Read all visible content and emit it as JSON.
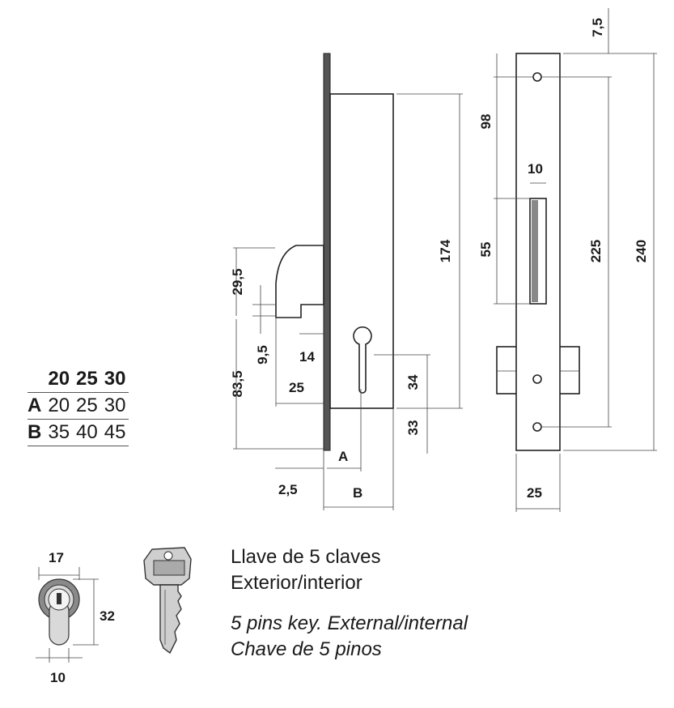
{
  "dimensions": {
    "d_29_5": "29,5",
    "d_83_5": "83,5",
    "d_9_5": "9,5",
    "d_14": "14",
    "d_25_backset": "25",
    "d_2_5": "2,5",
    "label_a": "A",
    "label_b": "B",
    "d_174": "174",
    "d_34": "34",
    "d_33": "33",
    "d_7_5": "7,5",
    "d_98": "98",
    "d_10_slot": "10",
    "d_55": "55",
    "d_225": "225",
    "d_240": "240",
    "d_25_plate": "25",
    "d_17": "17",
    "d_32": "32",
    "d_10_cyl": "10"
  },
  "size_table": {
    "headers": [
      "20",
      "25",
      "30"
    ],
    "rows": [
      {
        "label": "A",
        "values": [
          "20",
          "25",
          "30"
        ]
      },
      {
        "label": "B",
        "values": [
          "35",
          "40",
          "45"
        ]
      }
    ]
  },
  "caption": {
    "line1": "Llave de 5 claves",
    "line2": "Exterior/interior",
    "line3": "5 pins key. External/internal",
    "line4": "Chave de 5 pinos"
  },
  "colors": {
    "ink": "#1a1a1a",
    "plate_fill": "#555555"
  },
  "icons": [
    "lock-body-side-view",
    "faceplate-front-view",
    "euro-cylinder-profile",
    "key-icon"
  ]
}
